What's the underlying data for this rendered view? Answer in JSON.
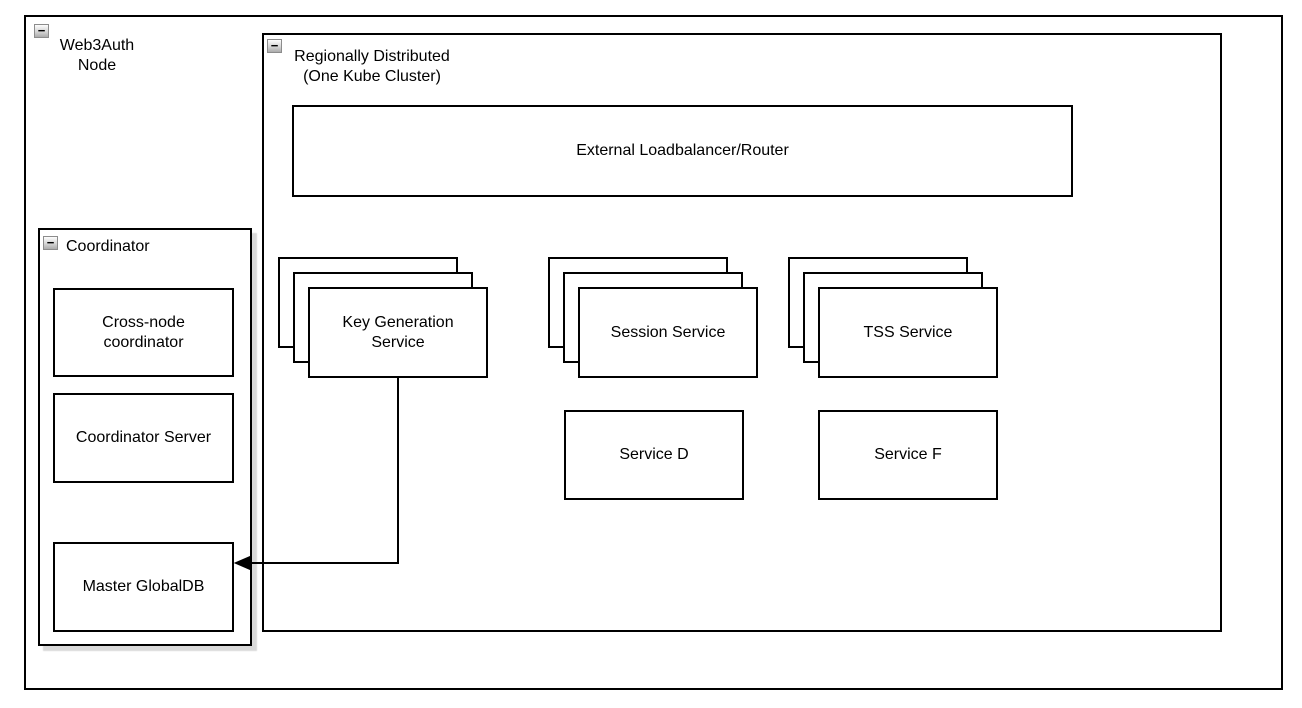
{
  "icons": {
    "collapse": "−"
  },
  "colors": {
    "border": "#000000",
    "background": "#ffffff",
    "coordinator_shadow": "#d9d9d9"
  },
  "containers": {
    "web3auth_node": {
      "label_lines": [
        "Web3Auth",
        "Node"
      ]
    },
    "regional_cluster": {
      "label_lines": [
        "Regionally Distributed",
        "(One Kube Cluster)"
      ]
    },
    "coordinator": {
      "label": "Coordinator"
    }
  },
  "nodes": {
    "loadbalancer": {
      "label": "External Loadbalancer/Router"
    },
    "key_generation_stack": {
      "label": "Key Generation Service",
      "replicas": 3
    },
    "session_stack": {
      "label": "Session Service",
      "replicas": 3
    },
    "tss_stack": {
      "label": "TSS Service",
      "replicas": 3
    },
    "service_d": {
      "label": "Service D"
    },
    "service_f": {
      "label": "Service F"
    },
    "cross_node_coordinator": {
      "label": "Cross-node coordinator"
    },
    "coordinator_server": {
      "label": "Coordinator Server"
    },
    "master_globaldb": {
      "label": "Master GlobalDB"
    }
  },
  "connections": [
    {
      "from": "Key Generation Service",
      "to": "Master GlobalDB",
      "type": "arrow"
    }
  ]
}
